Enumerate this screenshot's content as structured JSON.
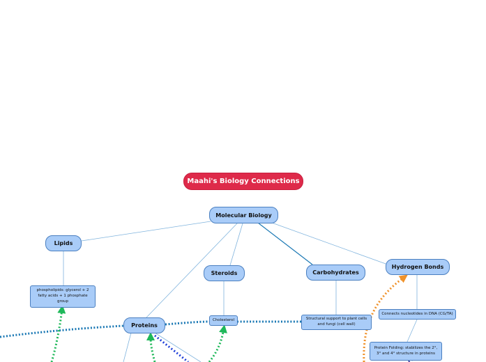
{
  "map": {
    "title": "Maahi's Biology Connections",
    "nodes": {
      "molecular_biology": "Molecular Biology",
      "lipids": "Lipids",
      "steroids": "Steroids",
      "carbohydrates": "Carbohydrates",
      "hydrogen_bonds": "Hydrogen Bonds",
      "phospholipids": "phospholipids: glycerol + 2 fatty acids + 1 phosphate group",
      "proteins": "Proteins",
      "cholesterol": "Cholesterol",
      "structural_support": "Structural support to plant cells and fungi (cell wall)",
      "connects_nucleotides": "Connects nucleotides in DNA (CG/TA)",
      "protein_folding": "Protein Folding: stabilizes the 2°, 3° and 4° structure in proteins"
    }
  },
  "colors": {
    "title_fill": "#de2a4a",
    "node_fill": "#a9ccf8",
    "node_border": "#4a7fc0",
    "tree_line": "#7fb3dd",
    "link_teal": "#1a78b4",
    "link_green": "#1fb85a",
    "link_blue": "#1f3fd8",
    "link_orange": "#f0922a"
  }
}
